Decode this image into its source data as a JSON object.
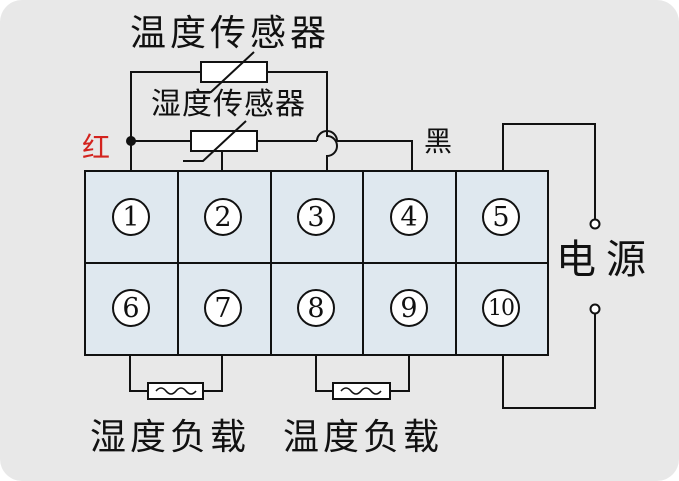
{
  "labels": {
    "temperature_sensor": "温度传感器",
    "humidity_sensor": "湿度传感器",
    "red_wire": "红",
    "black_wire": "黑",
    "power": "电源",
    "humidity_load": "湿度负载",
    "temperature_load": "温度负载"
  },
  "terminals": {
    "top": [
      "1",
      "2",
      "3",
      "4",
      "5"
    ],
    "bottom": [
      "6",
      "7",
      "8",
      "9",
      "10"
    ]
  },
  "colors": {
    "background": "#e8e8e8",
    "terminal_cell": "#dfe8ef",
    "wire": "#111111",
    "red_label": "#d3231e"
  },
  "icons": {
    "temperature_sensor": "thermistor-symbol-icon",
    "humidity_sensor": "thermistor-symbol-icon",
    "humidity_load": "heater-load-icon",
    "temperature_load": "heater-load-icon",
    "power_contacts": "open-contact-icon"
  }
}
